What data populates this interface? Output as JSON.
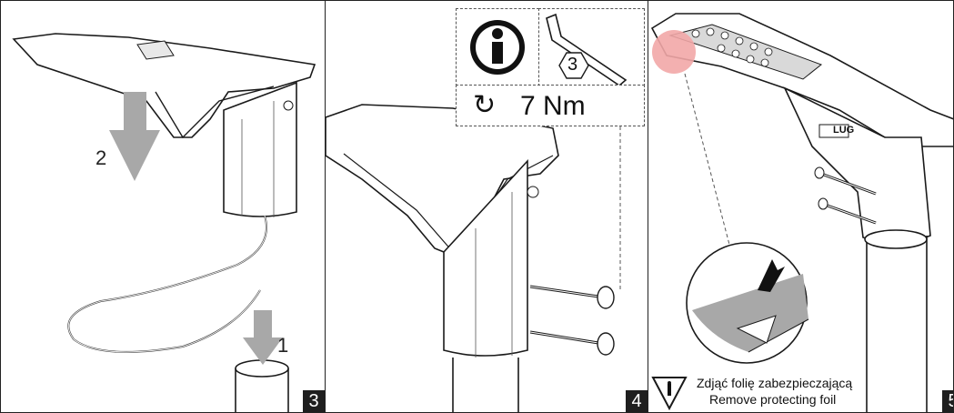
{
  "panels": [
    {
      "step": "3",
      "labels": [
        "2",
        "1"
      ]
    },
    {
      "step": "4",
      "hex_size": "3",
      "torque": "7 Nm"
    },
    {
      "step": "5",
      "brand": "LUG",
      "warning_pl": "Zdjąć folię zabezpieczającą",
      "warning_en": "Remove protecting foil"
    }
  ],
  "colors": {
    "highlight": "#f2a7a7",
    "arrow_gray": "#a8a8a8",
    "line": "#1a1a1a"
  }
}
